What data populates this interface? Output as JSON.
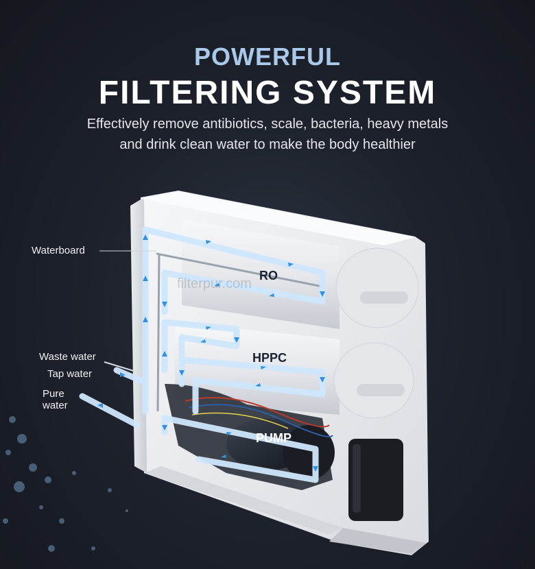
{
  "header": {
    "kicker": "POWERFUL",
    "title": "FILTERING SYSTEM",
    "subtitle_line1": "Effectively remove antibiotics, scale, bacteria, heavy metals",
    "subtitle_line2": "and drink clean water to make the body healthier"
  },
  "diagram": {
    "filters": {
      "ro": "RO",
      "hppc": "HPPC",
      "pump": "PUMP"
    },
    "callouts": {
      "waterboard": "Waterboard",
      "waste_water": "Waste water",
      "tap_water": "Tap water",
      "pure_water_line1": "Pure",
      "pure_water_line2": "water"
    },
    "watermark": "filterpur.com"
  },
  "colors": {
    "background": "#1d222c",
    "kicker": "#a9c8ea",
    "title": "#ffffff",
    "flow_line": "#cfe6fb",
    "flow_arrow": "#2f8fe0",
    "housing": "#eef0f3"
  }
}
